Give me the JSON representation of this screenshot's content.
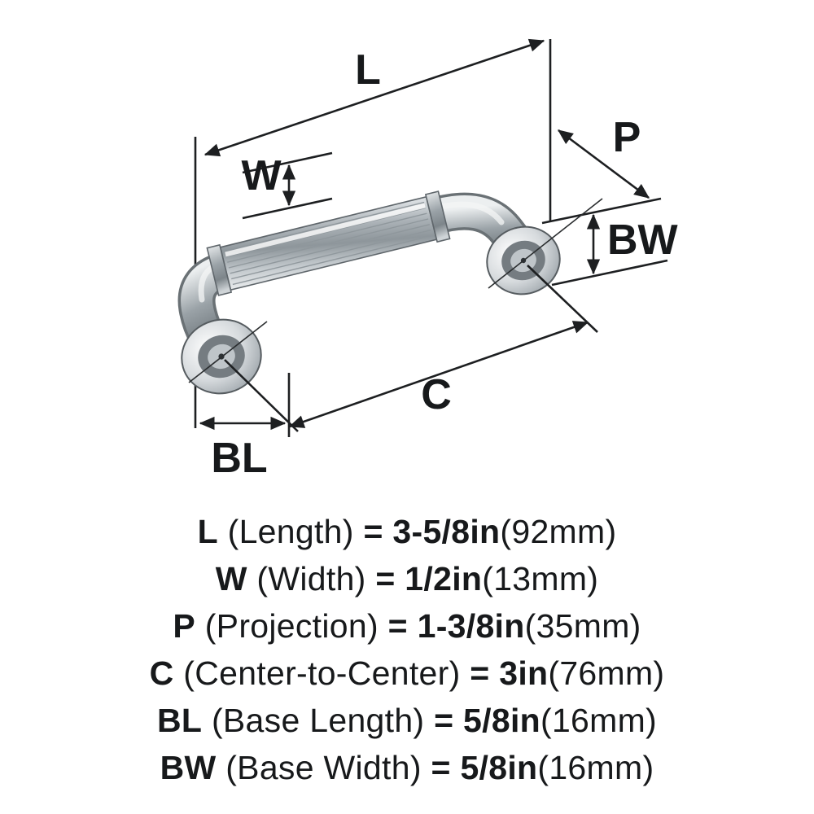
{
  "diagram": {
    "type": "product-dimension-drawing",
    "subject": "cabinet-pull-handle",
    "background": "#ffffff",
    "line_color": "#1d1f21",
    "label_color": "#17191b",
    "metal_highlight": "#f5f6f7",
    "metal_mid": "#9aa2a7",
    "metal_shadow": "#6d7479",
    "labels": {
      "L": "L",
      "W": "W",
      "P": "P",
      "BW": "BW",
      "C": "C",
      "BL": "BL"
    }
  },
  "specs": [
    {
      "label": "L",
      "name": "(Length)",
      "eq": "=",
      "value": "3-5/8in",
      "metric": "(92mm)"
    },
    {
      "label": "W",
      "name": "(Width)",
      "eq": "=",
      "value": "1/2in",
      "metric": "(13mm)"
    },
    {
      "label": "P",
      "name": "(Projection)",
      "eq": "=",
      "value": "1-3/8in",
      "metric": "(35mm)"
    },
    {
      "label": "C",
      "name": "(Center-to-Center)",
      "eq": "=",
      "value": "3in",
      "metric": "(76mm)"
    },
    {
      "label": "BL",
      "name": "(Base Length)",
      "eq": "=",
      "value": "5/8in",
      "metric": "(16mm)"
    },
    {
      "label": "BW",
      "name": "(Base Width)",
      "eq": "=",
      "value": "5/8in",
      "metric": "(16mm)"
    }
  ]
}
